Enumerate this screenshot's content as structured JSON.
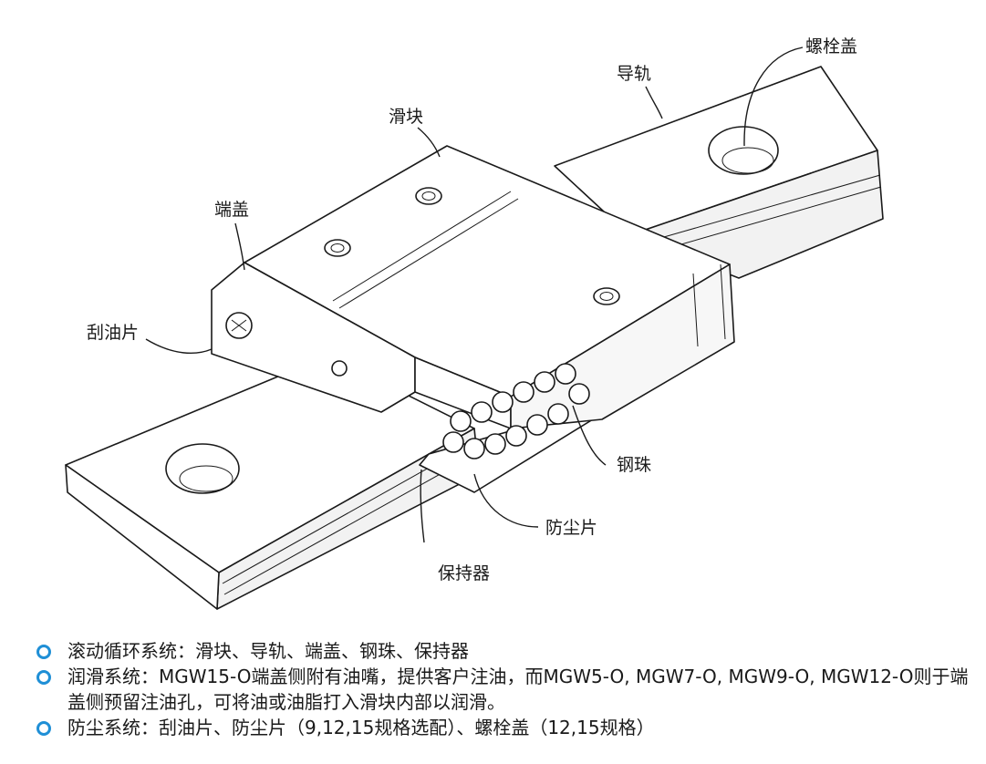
{
  "colors": {
    "bullet": "#1f8fd6",
    "line": "#1a1a1a",
    "fill": "#ffffff"
  },
  "diagram": {
    "labels": {
      "bolt_cap": "螺栓盖",
      "rail": "导轨",
      "block": "滑块",
      "end_cap": "端盖",
      "wiper": "刮油片",
      "steel_ball": "钢珠",
      "dust_plate": "防尘片",
      "retainer": "保持器"
    }
  },
  "features": [
    {
      "icon": "circle-bullet-icon",
      "text": "滚动循环系统：滑块、导轨、端盖、钢珠、保持器"
    },
    {
      "icon": "circle-bullet-icon",
      "text": "润滑系统：MGW15-O端盖侧附有油嘴，提供客户注油，而MGW5-O, MGW7-O, MGW9-O, MGW12-O则于端盖侧预留注油孔，可将油或油脂打入滑块内部以润滑。"
    },
    {
      "icon": "circle-bullet-icon",
      "text": "防尘系统：刮油片、防尘片（9,12,15规格选配）、螺栓盖（12,15规格）"
    }
  ]
}
